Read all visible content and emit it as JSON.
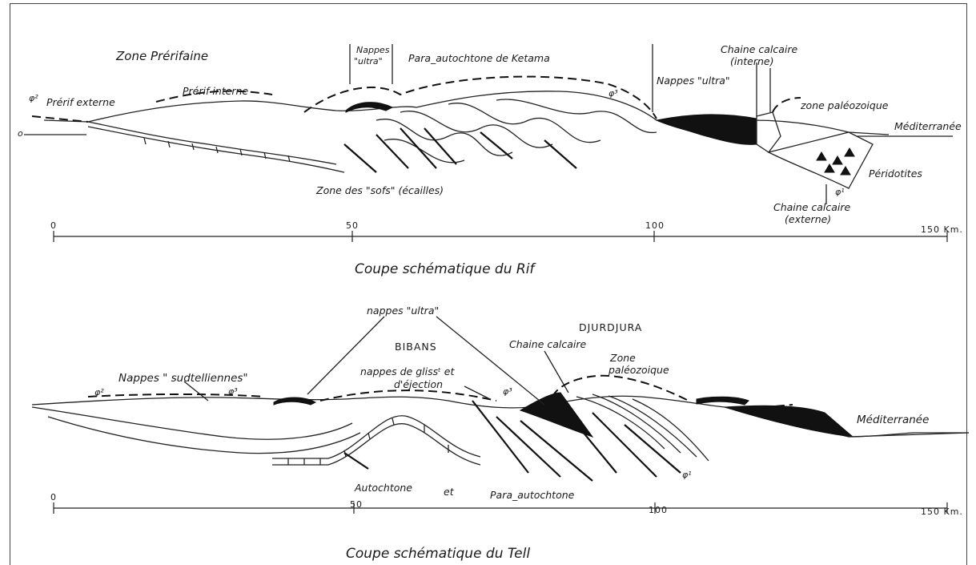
{
  "rif": {
    "caption": "Coupe schématique du Rif",
    "labels": {
      "zone_prerifaine": "Zone Prérifaine",
      "nappes_ultra_box_1": "Nappes",
      "nappes_ultra_box_2": "\"ultra\"",
      "para_autochtone": "Para_autochtone de Ketama",
      "nappes_ultra": "Nappes \"ultra\"",
      "chaine_interne_1": "Chaine calcaire",
      "chaine_interne_2": "(interne)",
      "zone_paleozoique": "zone paléozoique",
      "mediterranee": "Méditerranée",
      "prerif_interne": "Prérif interne",
      "prerif_externe": "Prérif externe",
      "phi2": "φ²",
      "phi3": "φ³",
      "phi1": "φ¹",
      "zero": "o",
      "peridotites": "Péridotites",
      "zone_sofs": "Zone des \"sofs\" (écailles)",
      "chaine_externe_1": "Chaine calcaire",
      "chaine_externe_2": "(externe)"
    },
    "scale": {
      "ticks": [
        "0",
        "50",
        "100",
        "150 Km."
      ]
    }
  },
  "tell": {
    "caption": "Coupe schématique du Tell",
    "labels": {
      "nappes_ultra": "nappes \"ultra\"",
      "djurdjura": "DJURDJURA",
      "bibans": "BIBANS",
      "chaine_calcaire": "Chaine calcaire",
      "zone_paleozoique_1": "Zone",
      "zone_paleozoique_2": "paléozoique",
      "nappes_sudtelliennes": "Nappes \" sudtelliennes\"",
      "nappes_gliss_1": "nappes de glissᵗ et",
      "nappes_gliss_2": "d'éjection",
      "phi2": "φ²",
      "phi3_left": "φ³",
      "phi3_right": "φ³",
      "phi1": "φ¹",
      "mediterranee": "Méditerranée",
      "autochtone": "Autochtone",
      "et": "et",
      "para_autochtone": "Para_autochtone"
    },
    "scale": {
      "ticks": [
        "0",
        "50",
        "100",
        "150 Km."
      ]
    }
  },
  "colors": {
    "ink": "#111111",
    "paper": "#ffffff"
  }
}
